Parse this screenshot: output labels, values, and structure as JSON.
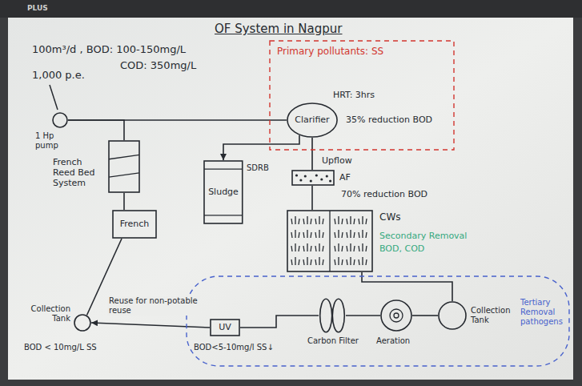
{
  "diagram": {
    "title": "OF System in Nagpur",
    "nodes": [
      {
        "text": [
          "1 Hp pump"
        ]
      },
      {
        "text": [
          "French Reed Bed System"
        ]
      },
      {
        "text": [
          "French"
        ]
      },
      {
        "text": [
          "SDRB",
          "Sludge"
        ]
      },
      {
        "text": [
          "Primary pollutants: SS"
        ]
      },
      {
        "text": [
          "Clarifier"
        ],
        "in": 4
      },
      {
        "text": [
          "Upflow",
          "AF"
        ]
      },
      {
        "text": [
          "CWs"
        ]
      },
      {
        "text": [
          "Tertiary Removal pathogens"
        ]
      },
      {
        "text": [
          "Collection Tank"
        ],
        "in": 8
      },
      {
        "text": [
          "Aeration"
        ],
        "in": 8
      },
      {
        "text": [
          "Carbon Filter"
        ],
        "in": 8
      },
      {
        "text": [
          "UV"
        ],
        "in": 8
      },
      {
        "text": [
          "Collection Tank"
        ]
      }
    ],
    "edges": [
      {
        "from": 0,
        "to": 5,
        "arrow": "none"
      },
      {
        "from": 0,
        "to": 1,
        "arrow": "none"
      },
      {
        "from": 1,
        "to": 2,
        "arrow": "none"
      },
      {
        "from": 2,
        "to": 13,
        "arrow": "none"
      },
      {
        "from": 5,
        "to": 3,
        "arrow": "to"
      },
      {
        "from": 5,
        "to": 6,
        "arrow": "none"
      },
      {
        "from": 6,
        "to": 7,
        "arrow": "none"
      },
      {
        "from": 7,
        "to": 9,
        "arrow": "none"
      },
      {
        "from": 9,
        "to": 10,
        "arrow": "none"
      },
      {
        "from": 10,
        "to": 11,
        "arrow": "none"
      },
      {
        "from": 11,
        "to": 12,
        "arrow": "none"
      },
      {
        "from": 12,
        "to": 13,
        "label": "Reuse for non-potable reuse",
        "arrow": "to"
      }
    ],
    "labels": [
      "PLUS",
      "100m³/d , BOD: 100-150mg/L",
      "COD: 350mg/L",
      "1,000 p.e.",
      "HRT: 3hrs",
      "35% reduction BOD",
      "70% reduction BOD",
      "Secondary Removal",
      "BOD, COD",
      "BOD<5-10mg/l SS↓",
      "BOD < 10mg/L SS"
    ]
  }
}
